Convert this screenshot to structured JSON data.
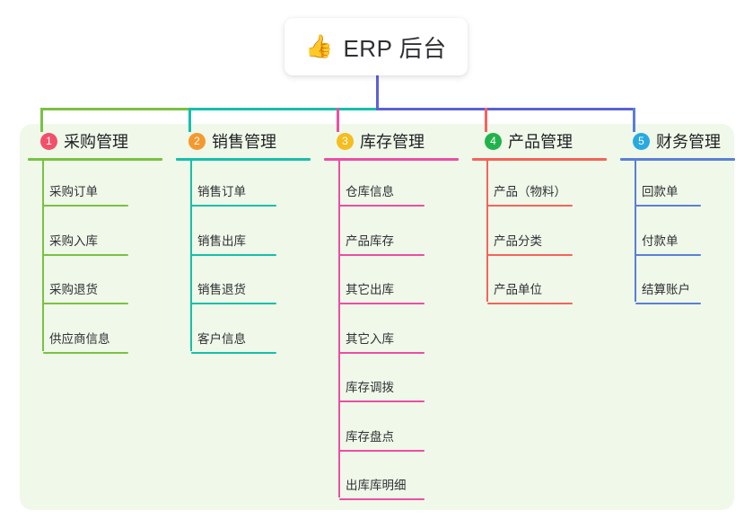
{
  "root": {
    "icon": "thumbs-up-icon",
    "emoji": "👍",
    "title": "ERP 后台"
  },
  "palette": {
    "panel_bg": "#eff8e9",
    "card_bg": "#ffffff",
    "text": "#2f3033",
    "bus_left": "#7ac143",
    "bus_mid": "#16bfaa",
    "bus_right": "#5b61d6"
  },
  "columns": [
    {
      "number": "1",
      "title": "采购管理",
      "badge_color": "#f2506a",
      "line_color": "#7ac143",
      "items": [
        {
          "label": "采购订单"
        },
        {
          "label": "采购入库"
        },
        {
          "label": "采购退货"
        },
        {
          "label": "供应商信息"
        }
      ]
    },
    {
      "number": "2",
      "title": "销售管理",
      "badge_color": "#f5992e",
      "line_color": "#16bfaa",
      "items": [
        {
          "label": "销售订单"
        },
        {
          "label": "销售出库"
        },
        {
          "label": "销售退货"
        },
        {
          "label": "客户信息"
        }
      ]
    },
    {
      "number": "3",
      "title": "库存管理",
      "badge_color": "#f5bd1f",
      "line_color": "#ea4fa4",
      "items": [
        {
          "label": "仓库信息"
        },
        {
          "label": "产品库存"
        },
        {
          "label": "其它出库"
        },
        {
          "label": "其它入库"
        },
        {
          "label": "库存调拨"
        },
        {
          "label": "库存盘点"
        },
        {
          "label": "出库库明细"
        }
      ]
    },
    {
      "number": "4",
      "title": "产品管理",
      "badge_color": "#22b24c",
      "line_color": "#f4645a",
      "items": [
        {
          "label": "产品（物料）"
        },
        {
          "label": "产品分类"
        },
        {
          "label": "产品单位"
        }
      ]
    },
    {
      "number": "5",
      "title": "财务管理",
      "badge_color": "#28aae1",
      "line_color": "#5b7fd6",
      "items": [
        {
          "label": "回款单"
        },
        {
          "label": "付款单"
        },
        {
          "label": "结算账户"
        }
      ]
    }
  ]
}
